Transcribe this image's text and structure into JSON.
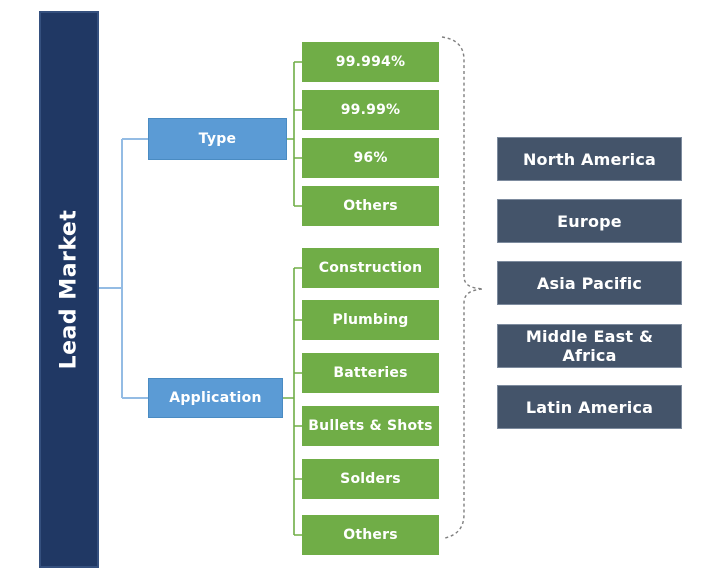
{
  "root": {
    "label": "Lead Market"
  },
  "segments": [
    {
      "label": "Type",
      "items": [
        "99.994%",
        "99.99%",
        "96%",
        "Others"
      ]
    },
    {
      "label": "Application",
      "items": [
        "Construction",
        "Plumbing",
        "Batteries",
        "Bullets & Shots",
        "Solders",
        "Others"
      ]
    }
  ],
  "regions": [
    "North America",
    "Europe",
    "Asia Pacific",
    "Middle East & Africa",
    "Latin America"
  ],
  "colors": {
    "navy": "#203864",
    "blue": "#5B9BD5",
    "green": "#70AD47",
    "slate": "#44546A",
    "connector-blue": "#94BCE4",
    "connector-green": "#70AD47",
    "brace-gray": "#7F7F7F",
    "text-white": "#FFFFFF"
  }
}
